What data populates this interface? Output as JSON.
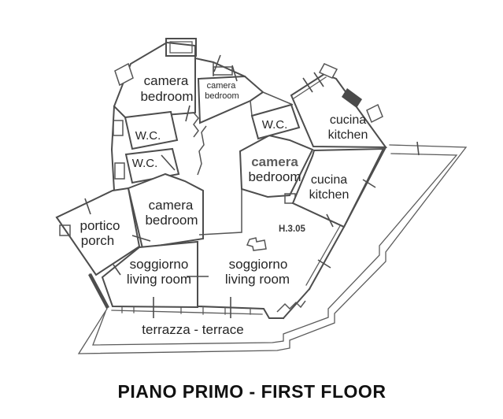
{
  "title": "PIANO PRIMO - FIRST FLOOR",
  "colors": {
    "background": "#ffffff",
    "wall": "#4d4d4d",
    "text": "#262626"
  },
  "plan": {
    "annotation": "H.3.05",
    "rooms": [
      {
        "id": "bedroom-nw",
        "label_it": "camera",
        "label_en": "bedroom"
      },
      {
        "id": "bedroom-n-small",
        "label_it": "camera",
        "label_en": "bedroom"
      },
      {
        "id": "wc-upper",
        "label": "W.C."
      },
      {
        "id": "wc-lower",
        "label": "W.C."
      },
      {
        "id": "wc-center",
        "label": "W.C."
      },
      {
        "id": "kitchen-ne",
        "label_it": "cucina",
        "label_en": "kitchen"
      },
      {
        "id": "bedroom-center",
        "label_it": "camera",
        "label_en": "bedroom"
      },
      {
        "id": "kitchen-e",
        "label_it": "cucina",
        "label_en": "kitchen"
      },
      {
        "id": "bedroom-w",
        "label_it": "camera",
        "label_en": "bedroom"
      },
      {
        "id": "porch",
        "label_it": "portico",
        "label_en": "porch"
      },
      {
        "id": "living-room-w",
        "label_it": "soggiorno",
        "label_en": "living room"
      },
      {
        "id": "living-room-c",
        "label_it": "soggiorno",
        "label_en": "living room"
      },
      {
        "id": "terrace",
        "label": "terrazza - terrace"
      }
    ]
  }
}
